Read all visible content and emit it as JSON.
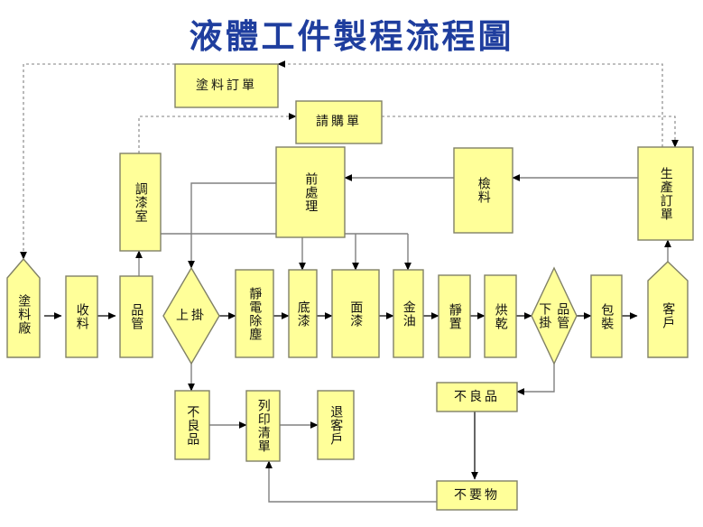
{
  "title": "液體工件製程流程圖",
  "colors": {
    "fill": "#FFFF99",
    "stroke": "#808066",
    "title": "#1F3E9E",
    "connector": "#808080",
    "connector_dark": "#000000",
    "background": "#FFFFFF"
  },
  "nodes": {
    "paint_order": {
      "label": "塗料訂單",
      "shape": "rect",
      "orientation": "horizontal"
    },
    "purchase_req": {
      "label": "請購單",
      "shape": "rect",
      "orientation": "horizontal"
    },
    "paint_mix_room": {
      "label": "調漆室",
      "shape": "rect",
      "orientation": "vertical"
    },
    "pretreatment": {
      "label": "前處理",
      "shape": "rect",
      "orientation": "vertical"
    },
    "material_check": {
      "label": "檢料",
      "shape": "rect",
      "orientation": "vertical"
    },
    "production_order": {
      "label": "生產訂單",
      "shape": "rect",
      "orientation": "vertical"
    },
    "paint_factory": {
      "label": "塗料廠",
      "shape": "pentagon",
      "orientation": "vertical"
    },
    "receive": {
      "label": "收料",
      "shape": "rect",
      "orientation": "vertical"
    },
    "qc": {
      "label": "品管",
      "shape": "rect",
      "orientation": "vertical"
    },
    "hang_on": {
      "label": "上掛",
      "shape": "diamond",
      "orientation": "horizontal"
    },
    "static_dedust": {
      "label": "靜電除塵",
      "shape": "rect",
      "orientation": "vertical"
    },
    "primer": {
      "label": "底漆",
      "shape": "rect",
      "orientation": "vertical"
    },
    "topcoat": {
      "label": "面漆",
      "shape": "rect",
      "orientation": "vertical"
    },
    "clearcoat": {
      "label": "金油",
      "shape": "rect",
      "orientation": "vertical"
    },
    "settle": {
      "label": "靜置",
      "shape": "rect",
      "orientation": "vertical"
    },
    "bake": {
      "label": "烘乾",
      "shape": "rect",
      "orientation": "vertical"
    },
    "hang_off_qc_a": {
      "label": "下掛",
      "shape": "diamond",
      "orientation": "vertical"
    },
    "hang_off_qc_b": {
      "label": "品管",
      "shape": "diamond",
      "orientation": "vertical"
    },
    "packing": {
      "label": "包裝",
      "shape": "rect",
      "orientation": "vertical"
    },
    "customer": {
      "label": "客戶",
      "shape": "pentagon",
      "orientation": "vertical"
    },
    "defect_left": {
      "label": "不良品",
      "shape": "rect",
      "orientation": "vertical"
    },
    "print_list": {
      "label": "列印清單",
      "shape": "rect",
      "orientation": "vertical"
    },
    "return_customer": {
      "label": "退客戶",
      "shape": "rect",
      "orientation": "vertical"
    },
    "defect_right": {
      "label": "不良品",
      "shape": "rect",
      "orientation": "horizontal"
    },
    "waste": {
      "label": "不要物",
      "shape": "rect",
      "orientation": "horizontal"
    }
  },
  "flow_data": {
    "type": "flowchart",
    "edges": [
      {
        "from": "production_order",
        "to": "paint_order",
        "style": "dashed"
      },
      {
        "from": "paint_order",
        "to": "paint_factory",
        "style": "dashed"
      },
      {
        "from": "paint_mix_room",
        "to": "purchase_req",
        "style": "dashed"
      },
      {
        "from": "purchase_req",
        "to": "production_order",
        "style": "dashed"
      },
      {
        "from": "paint_factory",
        "to": "receive",
        "style": "solid"
      },
      {
        "from": "receive",
        "to": "qc",
        "style": "solid"
      },
      {
        "from": "qc",
        "to": "paint_mix_room",
        "style": "solid"
      },
      {
        "from": "pretreatment",
        "to": "hang_on",
        "style": "solid"
      },
      {
        "from": "paint_mix_room",
        "to": "primer",
        "style": "solid"
      },
      {
        "from": "paint_mix_room",
        "to": "topcoat",
        "style": "solid"
      },
      {
        "from": "paint_mix_room",
        "to": "clearcoat",
        "style": "solid"
      },
      {
        "from": "hang_on",
        "to": "static_dedust",
        "style": "solid"
      },
      {
        "from": "static_dedust",
        "to": "primer",
        "style": "solid"
      },
      {
        "from": "primer",
        "to": "topcoat",
        "style": "solid"
      },
      {
        "from": "topcoat",
        "to": "clearcoat",
        "style": "solid"
      },
      {
        "from": "clearcoat",
        "to": "settle",
        "style": "solid"
      },
      {
        "from": "settle",
        "to": "bake",
        "style": "solid"
      },
      {
        "from": "bake",
        "to": "hang_off_qc_a",
        "style": "solid"
      },
      {
        "from": "hang_off_qc_a",
        "to": "packing",
        "style": "solid"
      },
      {
        "from": "packing",
        "to": "customer",
        "style": "solid"
      },
      {
        "from": "customer",
        "to": "production_order",
        "style": "solid"
      },
      {
        "from": "production_order",
        "to": "material_check",
        "style": "solid"
      },
      {
        "from": "material_check",
        "to": "pretreatment",
        "style": "solid"
      },
      {
        "from": "hang_on",
        "to": "defect_left",
        "style": "solid"
      },
      {
        "from": "defect_left",
        "to": "print_list",
        "style": "solid"
      },
      {
        "from": "print_list",
        "to": "return_customer",
        "style": "solid"
      },
      {
        "from": "hang_off_qc_a",
        "to": "defect_right",
        "style": "solid"
      },
      {
        "from": "defect_right",
        "to": "waste",
        "style": "solid"
      },
      {
        "from": "waste",
        "to": "print_list",
        "style": "solid"
      }
    ]
  }
}
